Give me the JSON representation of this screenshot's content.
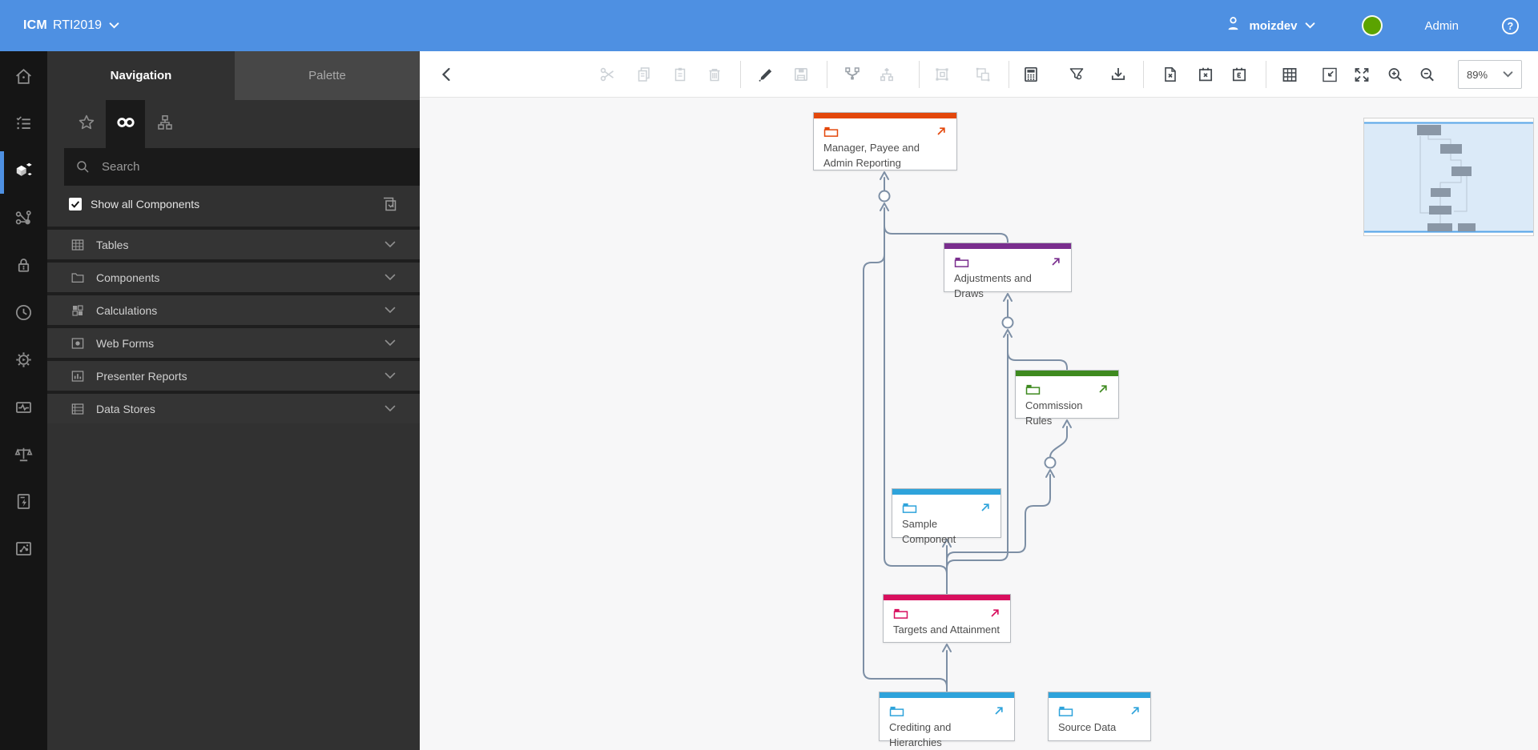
{
  "header": {
    "brand": "ICM",
    "model_name": "RTI2019",
    "username": "moizdev",
    "role_label": "Admin",
    "bar_color": "#4E90E2",
    "status_color": "#5BA300",
    "icons": [
      "model-picker-chevron-icon",
      "person-icon",
      "user-menu-chevron-icon",
      "status-dot",
      "help-icon"
    ]
  },
  "rail": {
    "items": [
      {
        "icon": "home-icon",
        "active": false
      },
      {
        "icon": "task-list-icon",
        "active": false
      },
      {
        "icon": "components-icon",
        "active": true
      },
      {
        "icon": "workflow-icon",
        "active": false
      },
      {
        "icon": "security-lock-icon",
        "active": false
      },
      {
        "icon": "scheduler-clock-icon",
        "active": false
      },
      {
        "icon": "settings-gear-icon",
        "active": false
      },
      {
        "icon": "activity-monitor-icon",
        "active": false
      },
      {
        "icon": "audit-scales-icon",
        "active": false
      },
      {
        "icon": "process-document-icon",
        "active": false
      },
      {
        "icon": "data-model-icon",
        "active": false
      }
    ]
  },
  "panel": {
    "tabs": [
      {
        "label": "Navigation",
        "active": true
      },
      {
        "label": "Palette",
        "active": false
      }
    ],
    "subtabs": [
      {
        "icon": "favorites-star-icon",
        "active": false
      },
      {
        "icon": "browse-binoculars-icon",
        "active": true
      },
      {
        "icon": "hierarchy-tree-icon",
        "active": false
      }
    ],
    "search": {
      "placeholder": "Search"
    },
    "show_all": {
      "label": "Show all Components",
      "checked": true,
      "right_icon": "select-displayed-icon"
    },
    "sections": [
      {
        "icon": "tables-icon",
        "label": "Tables"
      },
      {
        "icon": "components-folder-icon",
        "label": "Components"
      },
      {
        "icon": "calculations-icon",
        "label": "Calculations"
      },
      {
        "icon": "web-forms-icon",
        "label": "Web Forms"
      },
      {
        "icon": "presenter-reports-icon",
        "label": "Presenter Reports"
      },
      {
        "icon": "data-stores-icon",
        "label": "Data Stores"
      }
    ]
  },
  "toolbar": {
    "zoom_level": "89%",
    "icons": [
      {
        "name": "back-icon",
        "enabled": true
      },
      {
        "name": "cut-icon",
        "enabled": false
      },
      {
        "name": "copy-icon",
        "enabled": false
      },
      {
        "name": "paste-icon",
        "enabled": false
      },
      {
        "name": "delete-icon",
        "enabled": false
      },
      {
        "name": "edit-pencil-icon",
        "enabled": true
      },
      {
        "name": "save-icon",
        "enabled": false
      },
      {
        "name": "merge-branch-icon",
        "enabled": false
      },
      {
        "name": "tree-layout-icon",
        "enabled": false
      },
      {
        "name": "group-icon",
        "enabled": false
      },
      {
        "name": "ungroup-icon",
        "enabled": false
      },
      {
        "name": "calculator-icon",
        "enabled": true
      },
      {
        "name": "filter-icon",
        "enabled": true
      },
      {
        "name": "import-download-icon",
        "enabled": true
      },
      {
        "name": "export-file-icon",
        "enabled": true
      },
      {
        "name": "calendar-clear-icon",
        "enabled": true
      },
      {
        "name": "calendar-effective-icon",
        "enabled": true
      },
      {
        "name": "grid-view-icon",
        "enabled": true
      },
      {
        "name": "fit-to-window-icon",
        "enabled": true
      },
      {
        "name": "expand-icon",
        "enabled": true
      },
      {
        "name": "zoom-in-icon",
        "enabled": true
      },
      {
        "name": "zoom-out-icon",
        "enabled": true
      }
    ]
  },
  "canvas": {
    "connector_color": "#7D8FA5",
    "components": [
      {
        "label": "Manager, Payee and Admin Reporting",
        "color": "#E3470B"
      },
      {
        "label": "Adjustments and Draws",
        "color": "#7A2E8E"
      },
      {
        "label": "Commission Rules",
        "color": "#3E8A1F"
      },
      {
        "label": "Sample Component",
        "color": "#2EA3DB"
      },
      {
        "label": "Targets and Attainment",
        "color": "#D80F5E"
      },
      {
        "label": "Crediting and Hierarchies",
        "color": "#2EA3DB"
      },
      {
        "label": "Source Data",
        "color": "#2EA3DB"
      }
    ]
  },
  "minimap": {
    "background": "#dbeaf8",
    "frame_line_color": "#58A6E8",
    "box_color": "#8A97A6"
  }
}
